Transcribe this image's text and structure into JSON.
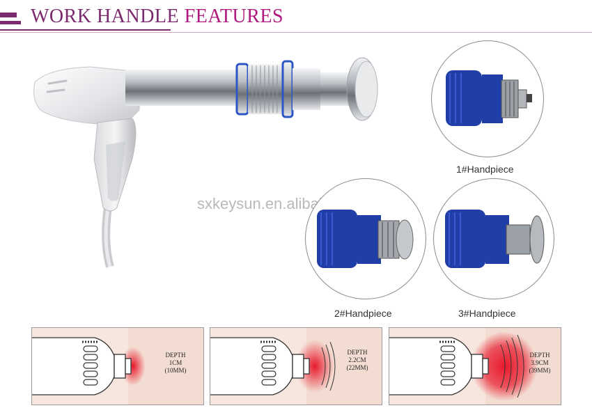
{
  "header": {
    "title_part1": "WORK HANDLE",
    "title_part2": "FEATURES"
  },
  "colors": {
    "brand": "#7b2a6e",
    "accent": "#b0197e",
    "ring_blue": "#1f3ea8",
    "heat_red": "#e8192c"
  },
  "watermark": "sxkeysun.en.alibaba.com",
  "handpieces": [
    {
      "caption": "1#Handpiece"
    },
    {
      "caption": "2#Handpiece"
    },
    {
      "caption": "3#Handpiece"
    }
  ],
  "depth_panels": [
    {
      "line1": "DEPTH",
      "line2": "1CM",
      "line3": "(10MM)"
    },
    {
      "line1": "DEPTH",
      "line2": "2.2CM",
      "line3": "(22MM)"
    },
    {
      "line1": "DEPTH",
      "line2": "3.9CM",
      "line3": "(39MM)"
    }
  ]
}
